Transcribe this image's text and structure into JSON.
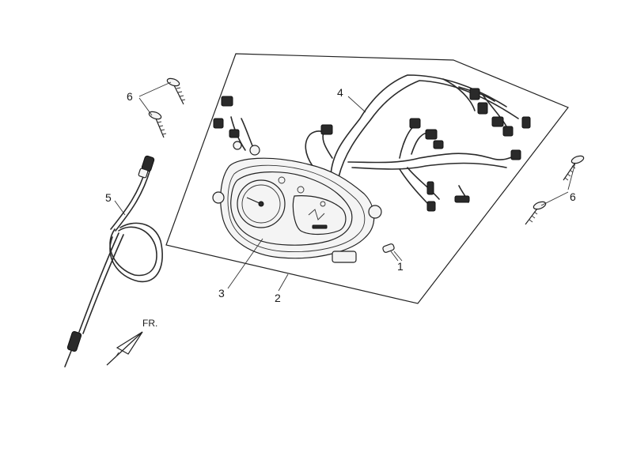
{
  "callouts": {
    "c1": "1",
    "c2": "2",
    "c3": "3",
    "c4": "4",
    "c5": "5",
    "c6a": "6",
    "c6b": "6"
  },
  "direction_label": "FR.",
  "colors": {
    "line": "#222222",
    "background": "#ffffff",
    "panel_fill": "#f4f4f4"
  }
}
